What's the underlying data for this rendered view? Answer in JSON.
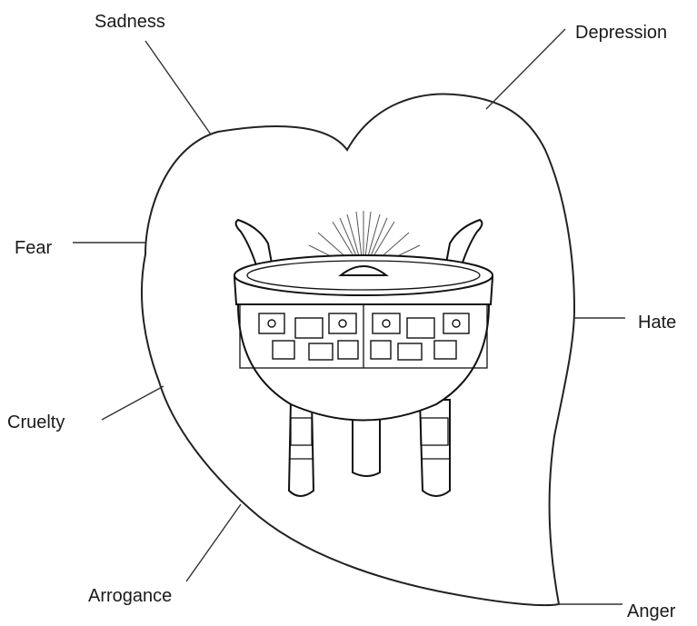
{
  "labels": {
    "sadness": "Sadness",
    "depression": "Depression",
    "fear": "Fear",
    "hate": "Hate",
    "cruelty": "Cruelty",
    "arrogance": "Arrogance",
    "anger": "Anger"
  }
}
